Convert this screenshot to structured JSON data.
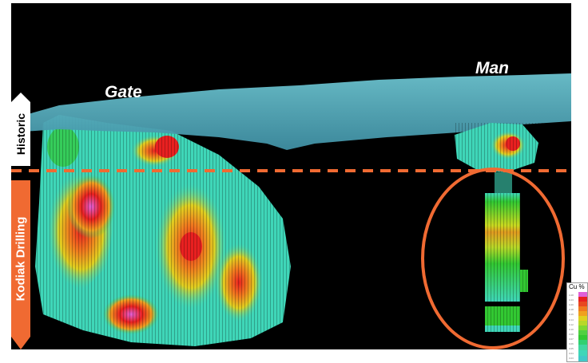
{
  "labels": {
    "gate": "Gate",
    "man": "Man",
    "historic": "Historic",
    "kodiak": "Kodiak Drilling"
  },
  "legend": {
    "title": "Cu %",
    "ticks": [
      "0.28",
      "0.23",
      "0.20",
      "0.18",
      "0.16",
      "0.14",
      "0.12",
      "0.10",
      "0.08",
      "0.07",
      "0.06",
      "0.05",
      "0.04",
      "0.03"
    ]
  },
  "colors": {
    "background": "#000000",
    "historic_surface": "#5bb3c4",
    "divider": "#f06a32",
    "ellipse": "#f06a32",
    "low_grade": "#3fd6b8",
    "mid_grade": "#32c832",
    "high_grade": "#e8a020",
    "very_high_grade": "#e82020",
    "peak_grade": "#e060d8"
  }
}
